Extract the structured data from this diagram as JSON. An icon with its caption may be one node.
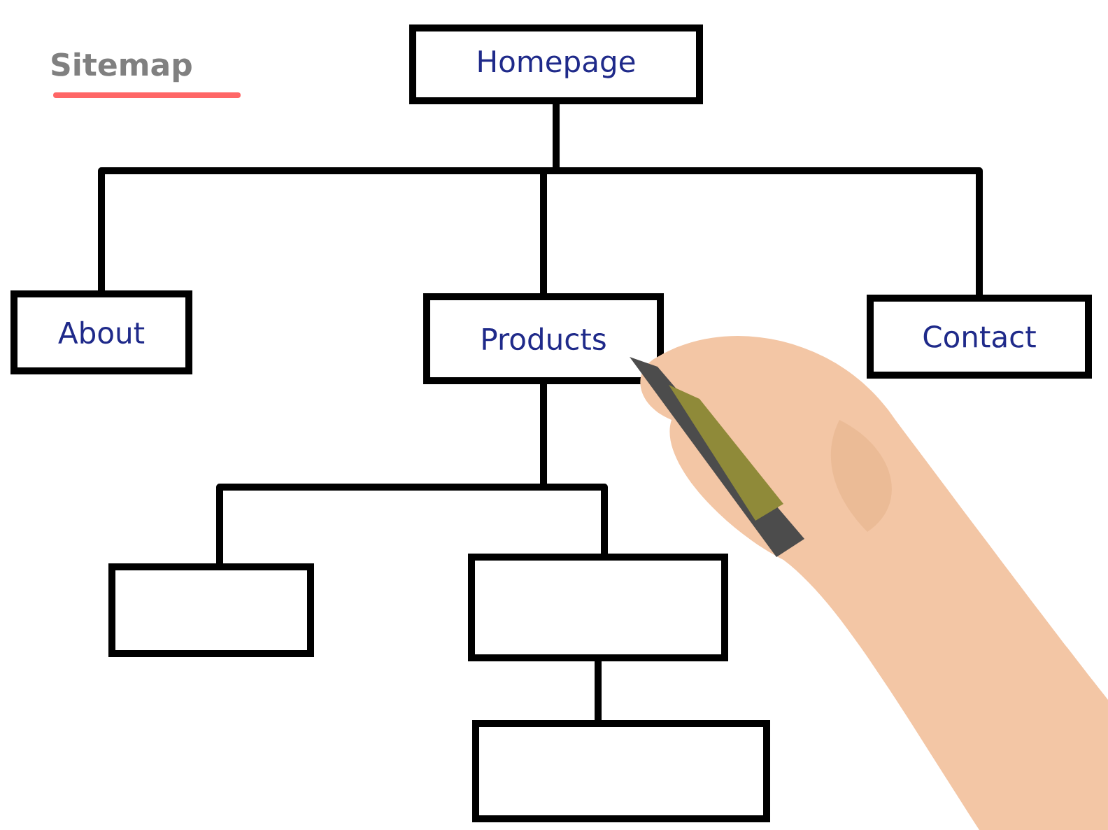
{
  "diagram": {
    "nodes": [
      {
        "text": [
          "Homepage"
        ]
      },
      {
        "text": [
          "About"
        ]
      },
      {
        "text": [
          "Products"
        ]
      },
      {
        "text": [
          "Contact"
        ]
      },
      {
        "text": [],
        "shape": "box"
      },
      {
        "text": [],
        "shape": "box"
      },
      {
        "text": [],
        "shape": "box"
      }
    ],
    "edges": [
      {
        "from": 0,
        "to": 1,
        "arrow": "none"
      },
      {
        "from": 0,
        "to": 2,
        "arrow": "none"
      },
      {
        "from": 0,
        "to": 3,
        "arrow": "none"
      },
      {
        "from": 2,
        "to": 4,
        "arrow": "none"
      },
      {
        "from": 2,
        "to": 5,
        "arrow": "none"
      },
      {
        "from": 5,
        "to": 6,
        "arrow": "none"
      }
    ],
    "labels": [
      "Sitemap"
    ]
  }
}
